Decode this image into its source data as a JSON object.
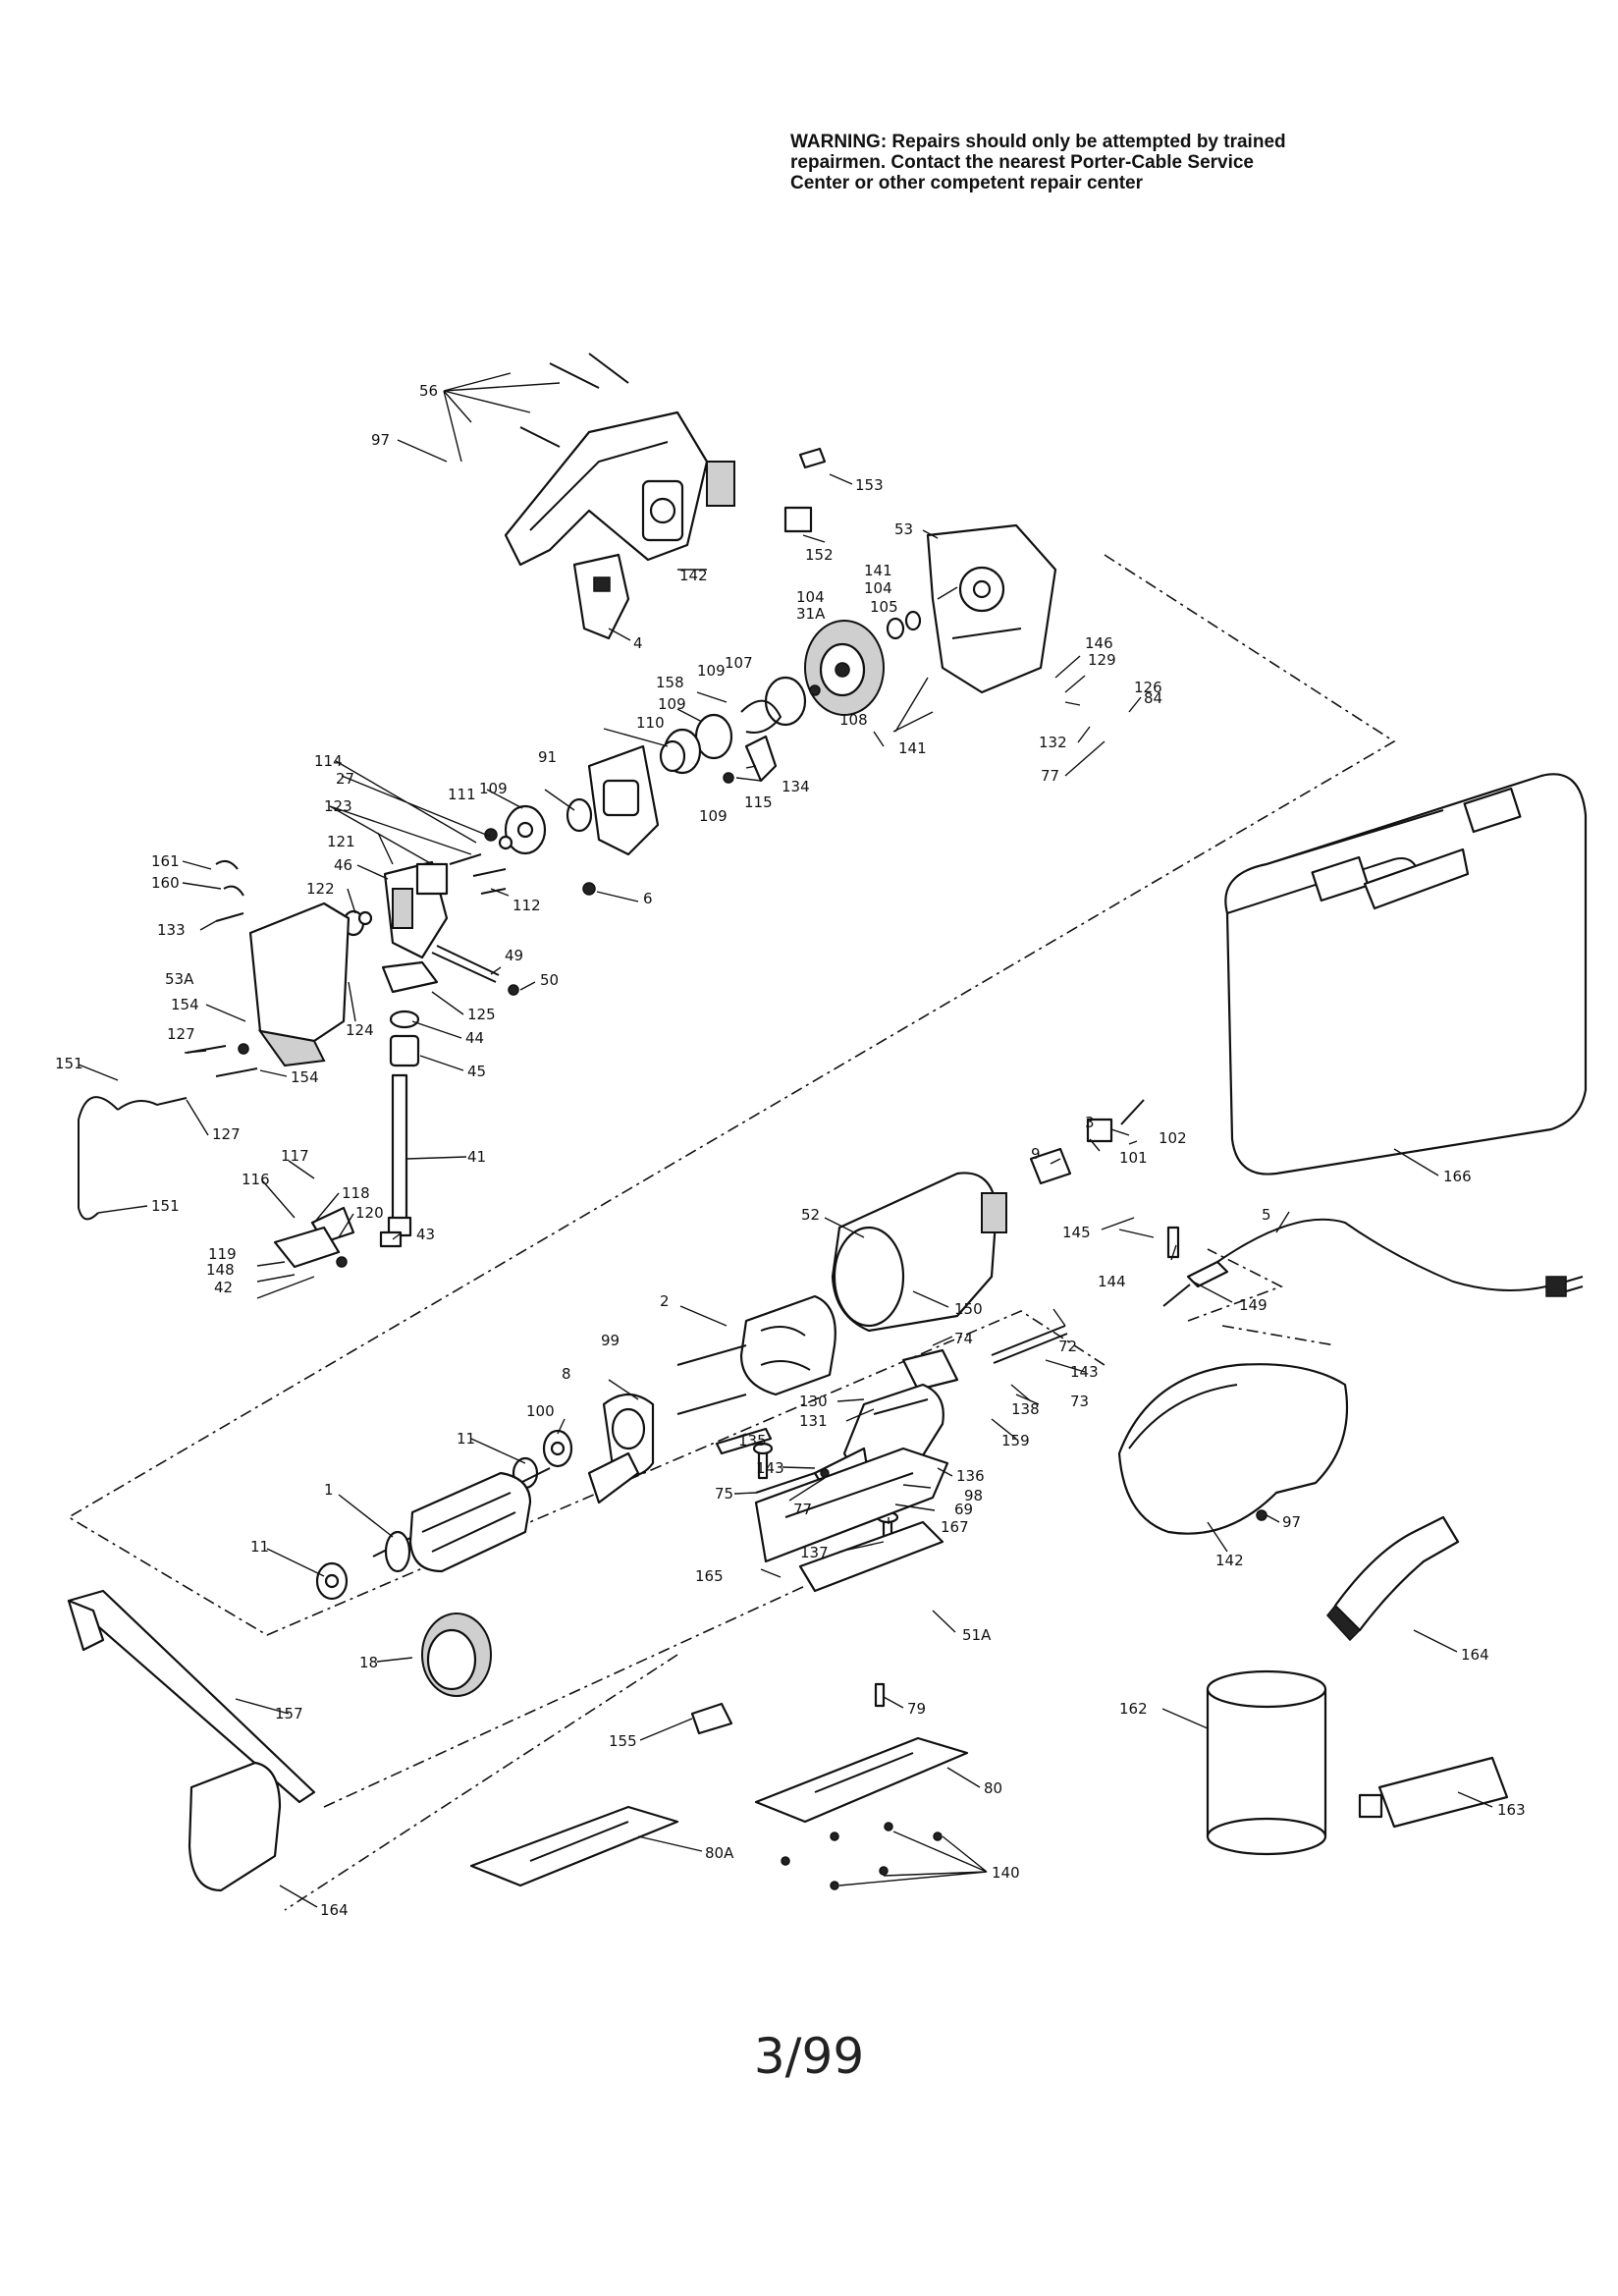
{
  "warning": {
    "line1": "WARNING: Repairs should only be attempted by trained",
    "line2": "repairmen. Contact the nearest Porter-Cable Service",
    "line3": "Center or other competent repair center"
  },
  "footer": {
    "date": "3/99"
  },
  "callouts": [
    {
      "id": "c56",
      "text": "56"
    },
    {
      "id": "c97a",
      "text": "97"
    },
    {
      "id": "c153",
      "text": "153"
    },
    {
      "id": "c152",
      "text": "152"
    },
    {
      "id": "c53",
      "text": "53"
    },
    {
      "id": "c142a",
      "text": "142"
    },
    {
      "id": "c141a",
      "text": "141"
    },
    {
      "id": "c104a",
      "text": "104"
    },
    {
      "id": "c104b",
      "text": "104"
    },
    {
      "id": "c31a",
      "text": "31A"
    },
    {
      "id": "c105",
      "text": "105"
    },
    {
      "id": "c4",
      "text": "4"
    },
    {
      "id": "c107",
      "text": "107"
    },
    {
      "id": "c109a",
      "text": "109"
    },
    {
      "id": "c108",
      "text": "108"
    },
    {
      "id": "c146",
      "text": "146"
    },
    {
      "id": "c129",
      "text": "129"
    },
    {
      "id": "c126",
      "text": "126"
    },
    {
      "id": "c84",
      "text": "84"
    },
    {
      "id": "c132",
      "text": "132"
    },
    {
      "id": "c77a",
      "text": "77"
    },
    {
      "id": "c141b",
      "text": "141"
    },
    {
      "id": "c158",
      "text": "158"
    },
    {
      "id": "c109b",
      "text": "109"
    },
    {
      "id": "c110",
      "text": "110"
    },
    {
      "id": "c134",
      "text": "134"
    },
    {
      "id": "c115",
      "text": "115"
    },
    {
      "id": "c109c",
      "text": "109"
    },
    {
      "id": "c91",
      "text": "91"
    },
    {
      "id": "c114",
      "text": "114"
    },
    {
      "id": "c27",
      "text": "27"
    },
    {
      "id": "c111",
      "text": "111"
    },
    {
      "id": "c109d",
      "text": "109"
    },
    {
      "id": "c123",
      "text": "123"
    },
    {
      "id": "c6",
      "text": "6"
    },
    {
      "id": "c121",
      "text": "121"
    },
    {
      "id": "c112",
      "text": "112"
    },
    {
      "id": "c161",
      "text": "161"
    },
    {
      "id": "c160",
      "text": "160"
    },
    {
      "id": "c46",
      "text": "46"
    },
    {
      "id": "c122",
      "text": "122"
    },
    {
      "id": "c49",
      "text": "49"
    },
    {
      "id": "c133",
      "text": "133"
    },
    {
      "id": "c50",
      "text": "50"
    },
    {
      "id": "c53a",
      "text": "53A"
    },
    {
      "id": "c124",
      "text": "124"
    },
    {
      "id": "c125",
      "text": "125"
    },
    {
      "id": "c154a",
      "text": "154"
    },
    {
      "id": "c44",
      "text": "44"
    },
    {
      "id": "c127a",
      "text": "127"
    },
    {
      "id": "c45",
      "text": "45"
    },
    {
      "id": "c154b",
      "text": "154"
    },
    {
      "id": "c151a",
      "text": "151"
    },
    {
      "id": "c127b",
      "text": "127"
    },
    {
      "id": "c41",
      "text": "41"
    },
    {
      "id": "c151b",
      "text": "151"
    },
    {
      "id": "c117",
      "text": "117"
    },
    {
      "id": "c116",
      "text": "116"
    },
    {
      "id": "c118",
      "text": "118"
    },
    {
      "id": "c120",
      "text": "120"
    },
    {
      "id": "c43",
      "text": "43"
    },
    {
      "id": "c119",
      "text": "119"
    },
    {
      "id": "c148",
      "text": "148"
    },
    {
      "id": "c42",
      "text": "42"
    },
    {
      "id": "c166",
      "text": "166"
    },
    {
      "id": "c3",
      "text": "3"
    },
    {
      "id": "c102",
      "text": "102"
    },
    {
      "id": "c9",
      "text": "9"
    },
    {
      "id": "c101",
      "text": "101"
    },
    {
      "id": "c52",
      "text": "52"
    },
    {
      "id": "c5",
      "text": "5"
    },
    {
      "id": "c145",
      "text": "145"
    },
    {
      "id": "c144",
      "text": "144"
    },
    {
      "id": "c149",
      "text": "149"
    },
    {
      "id": "c2",
      "text": "2"
    },
    {
      "id": "c150",
      "text": "150"
    },
    {
      "id": "c72",
      "text": "72"
    },
    {
      "id": "c99",
      "text": "99"
    },
    {
      "id": "c74",
      "text": "74"
    },
    {
      "id": "c143a",
      "text": "143"
    },
    {
      "id": "c8",
      "text": "8"
    },
    {
      "id": "c130",
      "text": "130"
    },
    {
      "id": "c73",
      "text": "73"
    },
    {
      "id": "c131",
      "text": "131"
    },
    {
      "id": "c138",
      "text": "138"
    },
    {
      "id": "c100",
      "text": "100"
    },
    {
      "id": "c135",
      "text": "135"
    },
    {
      "id": "c159",
      "text": "159"
    },
    {
      "id": "c11a",
      "text": "11"
    },
    {
      "id": "c143b",
      "text": "143"
    },
    {
      "id": "c136",
      "text": "136"
    },
    {
      "id": "c1",
      "text": "1"
    },
    {
      "id": "c75",
      "text": "75"
    },
    {
      "id": "c98",
      "text": "98"
    },
    {
      "id": "c77b",
      "text": "77"
    },
    {
      "id": "c69",
      "text": "69"
    },
    {
      "id": "c167",
      "text": "167"
    },
    {
      "id": "c97b",
      "text": "97"
    },
    {
      "id": "c11b",
      "text": "11"
    },
    {
      "id": "c137",
      "text": "137"
    },
    {
      "id": "c142b",
      "text": "142"
    },
    {
      "id": "c165",
      "text": "165"
    },
    {
      "id": "c164a",
      "text": "164"
    },
    {
      "id": "c51a",
      "text": "51A"
    },
    {
      "id": "c18",
      "text": "18"
    },
    {
      "id": "c157",
      "text": "157"
    },
    {
      "id": "c162",
      "text": "162"
    },
    {
      "id": "c79",
      "text": "79"
    },
    {
      "id": "c155",
      "text": "155"
    },
    {
      "id": "c80",
      "text": "80"
    },
    {
      "id": "c163",
      "text": "163"
    },
    {
      "id": "c80a",
      "text": "80A"
    },
    {
      "id": "c140",
      "text": "140"
    },
    {
      "id": "c164b",
      "text": "164"
    }
  ]
}
